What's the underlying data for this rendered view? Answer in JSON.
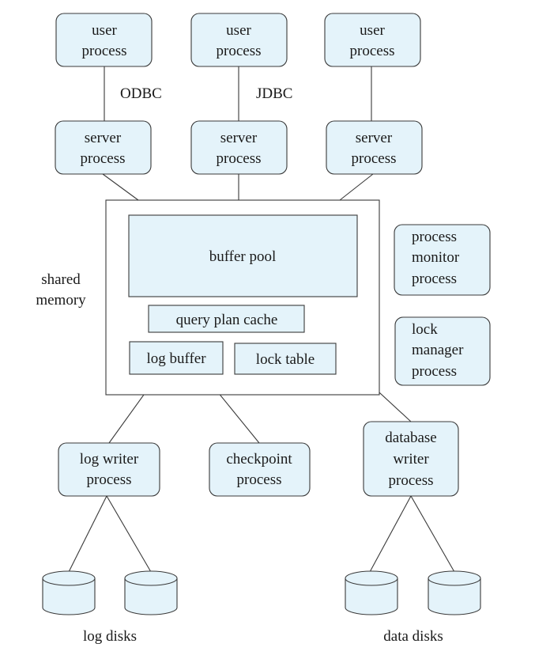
{
  "user_processes": [
    [
      "user",
      "process"
    ],
    [
      "user",
      "process"
    ],
    [
      "user",
      "process"
    ]
  ],
  "connectors": {
    "odbc": "ODBC",
    "jdbc": "JDBC"
  },
  "server_processes": [
    [
      "server",
      "process"
    ],
    [
      "server",
      "process"
    ],
    [
      "server",
      "process"
    ]
  ],
  "shared_memory": {
    "label": [
      "shared",
      "memory"
    ],
    "buffer_pool": "buffer pool",
    "query_plan_cache": "query plan cache",
    "log_buffer": "log buffer",
    "lock_table": "lock table"
  },
  "process_monitor": [
    "process",
    "monitor",
    "process"
  ],
  "lock_manager": [
    "lock",
    "manager",
    "process"
  ],
  "log_writer": [
    "log writer",
    "process"
  ],
  "checkpoint": [
    "checkpoint",
    "process"
  ],
  "database_writer": [
    "database",
    "writer",
    "process"
  ],
  "log_disks_label": "log disks",
  "data_disks_label": "data disks"
}
